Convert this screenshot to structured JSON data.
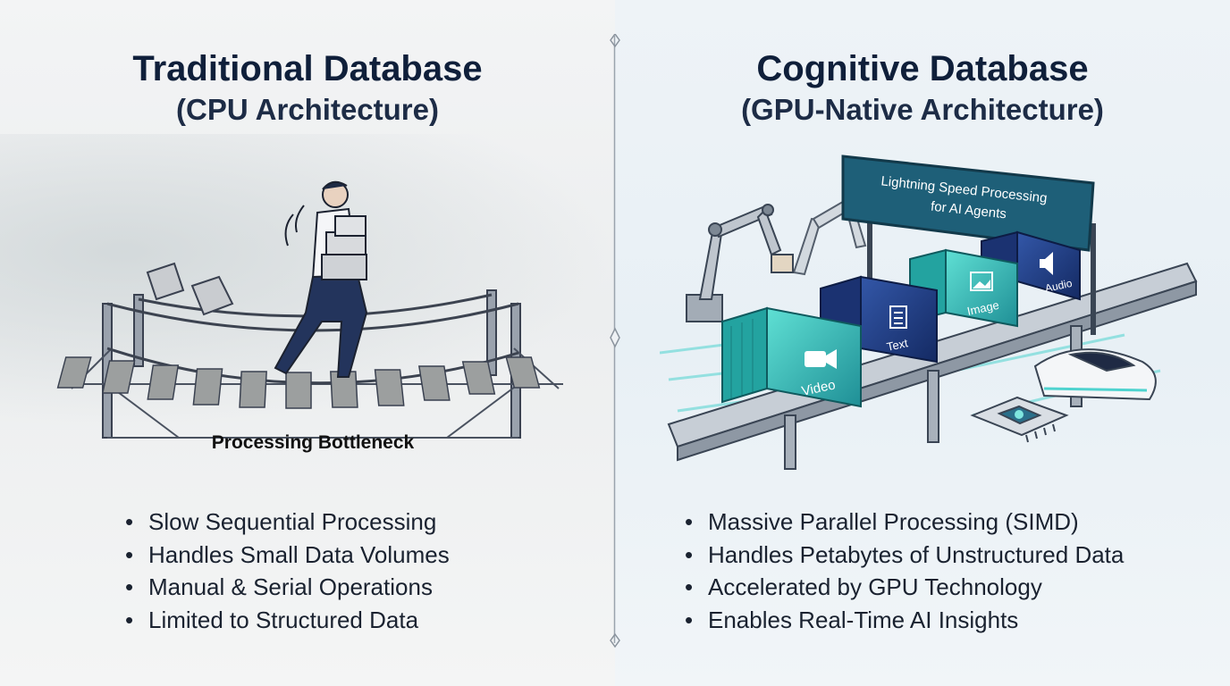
{
  "left": {
    "title": "Traditional Database",
    "subtitle": "(CPU Architecture)",
    "caption": "Processing Bottleneck",
    "bullets": [
      "Slow Sequential Processing",
      "Handles Small Data Volumes",
      "Manual & Serial Operations",
      "Limited to Structured Data"
    ]
  },
  "right": {
    "title": "Cognitive Database",
    "subtitle": "(GPU-Native Architecture)",
    "sign_line1": "Lightning Speed Processing",
    "sign_line2": "for AI Agents",
    "containers": [
      "Video",
      "Text",
      "Image",
      "Audio"
    ],
    "bullets": [
      "Massive Parallel Processing (SIMD)",
      "Handles Petabytes of Unstructured Data",
      "Accelerated by GPU Technology",
      "Enables Real-Time AI Insights"
    ]
  },
  "colors": {
    "title": "#0f1f3a",
    "teal": "#2fb8b0",
    "navy": "#1e3a78",
    "sign": "#1e5f78"
  },
  "icons": [
    "video-camera-icon",
    "document-icon",
    "image-icon",
    "speaker-icon",
    "chip-icon"
  ]
}
